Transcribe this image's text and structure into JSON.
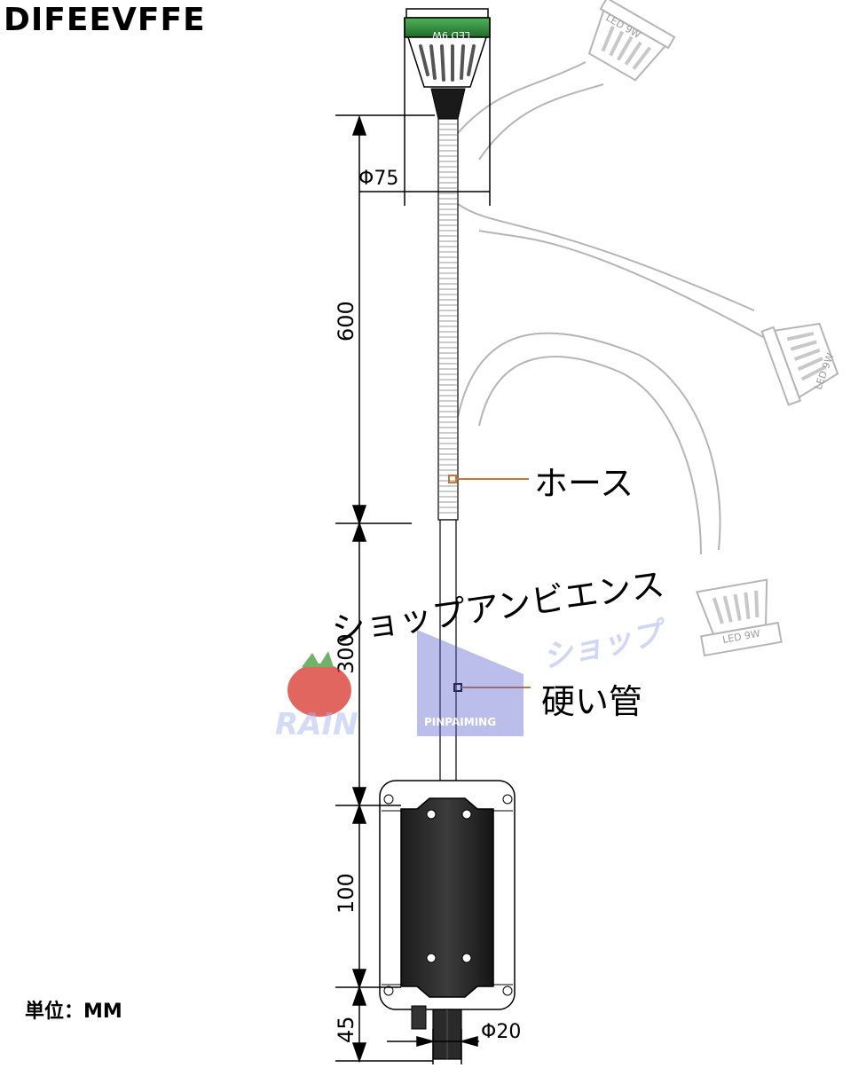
{
  "brand": "DIFEEVFFE",
  "unit_label": "単位：MM",
  "labels": {
    "hose": "ホース",
    "hard_pipe": "硬い管"
  },
  "dimensions": {
    "head_diameter": "Φ75",
    "hose_length": "600",
    "pipe_length": "300",
    "base_height": "100",
    "bottom_length": "45",
    "stem_diameter": "Φ20"
  },
  "lamp_text": "LED 9W",
  "watermark": {
    "shop_text": "ショップアンビエンス",
    "ghost_text": "ショップ",
    "logo_text": "PINPAIMING",
    "logo_brand": "RAIN"
  },
  "colors": {
    "outline": "#000000",
    "ghost_lamp": "#bcbcbc",
    "ring_green": "#2e8b3a",
    "base_dark": "#2b2b2b",
    "leader_orange": "#c7762f"
  }
}
